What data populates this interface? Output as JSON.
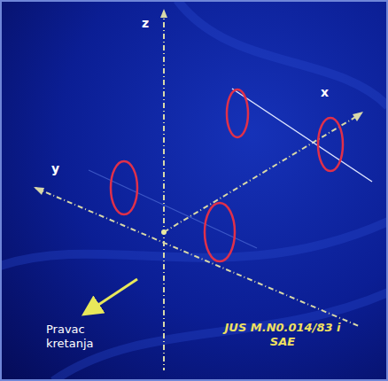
{
  "diagram": {
    "labels": [
      "z",
      "x",
      "y",
      "Pravac kretanja",
      "JUS M.N0.014/83 i SAE"
    ]
  }
}
